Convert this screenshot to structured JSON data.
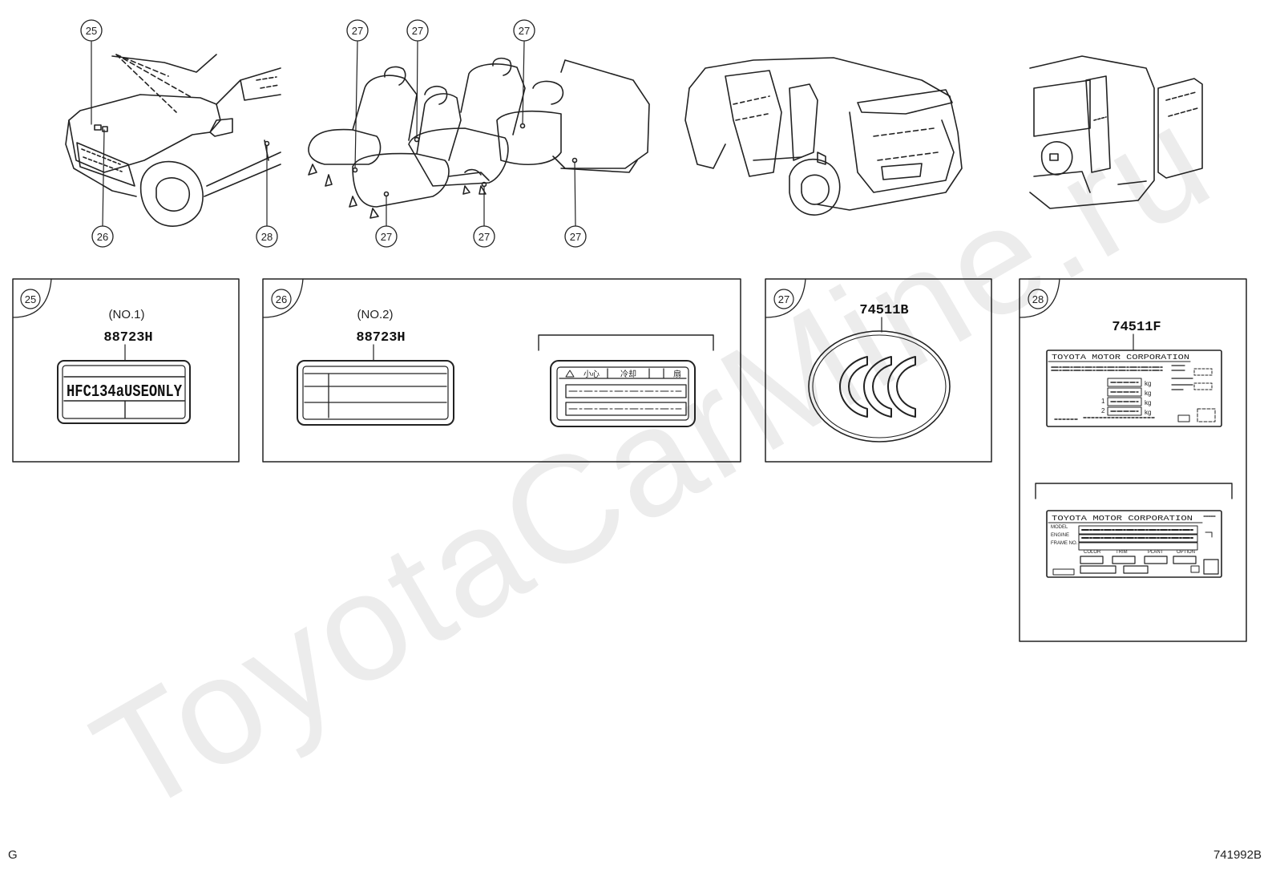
{
  "callouts": {
    "n25": "25",
    "n26": "26",
    "n27": "27",
    "n28": "28"
  },
  "panels": {
    "p25": {
      "number": "25",
      "sub": "(NO.1)",
      "part": "88723H",
      "label_text": "HFC134aUSEONLY"
    },
    "p26": {
      "number": "26",
      "sub": "(NO.2)",
      "part": "88723H",
      "warn_cells": [
        "小心",
        "冷却",
        "扇"
      ]
    },
    "p27": {
      "number": "27",
      "part": "74511B"
    },
    "p28": {
      "number": "28",
      "part": "74511F",
      "plate1_title": "TOYOTA MOTOR CORPORATION",
      "plate1_units": [
        "kg",
        "kg",
        "kg",
        "kg"
      ],
      "plate1_axles": [
        "1",
        "2"
      ],
      "plate2_title": "TOYOTA MOTOR CORPORATION",
      "plate2_rows": [
        "MODEL",
        "ENGINE",
        "FRAME NO."
      ],
      "plate2_cols": [
        "COLOR",
        "TRIM",
        "PLANT",
        "OPTION"
      ]
    }
  },
  "watermark": "ToyotaCarMine.ru",
  "footer": {
    "left": "G",
    "right": "741992B"
  },
  "colors": {
    "line": "#222222",
    "watermark": "#ededed"
  }
}
